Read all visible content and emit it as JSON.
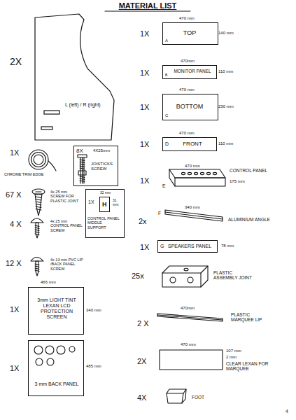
{
  "diagram": {
    "title": "MATERIAL LIST",
    "nodes": [
      {
        "text": [
          "L (left) / R (right)"
        ]
      },
      {
        "text": [
          "8X",
          "4X25mm",
          "JOISTICKS SCREW"
        ]
      },
      {
        "text": [
          "1X",
          "32 mm",
          "31 mm",
          "CONTROL PANEL MIDDLE SUPPORT"
        ]
      },
      {
        "text": [
          "H"
        ],
        "in": 2
      },
      {
        "text": [
          "3mm LIGHT TINT LEXAN LCD PROTECTION SCREEN"
        ]
      },
      {
        "text": [
          "3 mm BACK PANEL"
        ]
      },
      {
        "text": [
          "TOP",
          "A"
        ]
      },
      {
        "text": [
          "MONITOR PANEL",
          "B"
        ]
      },
      {
        "text": [
          "BOTTOM",
          "C"
        ]
      },
      {
        "text": [
          "FRONT",
          "D"
        ]
      },
      {
        "text": [
          "G",
          "SPEAKERS PANEL"
        ]
      }
    ],
    "labels": [
      "2X",
      "1X",
      "CHROME TRIM EDGE",
      "67 X",
      "4x 25 mm SCREW FOR PLASTIC JOINT",
      "4 X",
      "4x 25 mm CONTROL PANEL SCREW",
      "12 X",
      "4x 13 mm PVC LIP /BACK PANEL SCREW",
      "1X",
      "466 mm",
      "340 mm",
      "1X",
      "485 mm",
      "1X",
      "470 mm",
      "140 mm",
      "1X",
      "470mm",
      "110 mm",
      "1X",
      "470 mm",
      "230 mm",
      "1X",
      "470 mm",
      "110 mm",
      "1X",
      "470 mm",
      "E",
      "175 mm",
      "CONTROL PANEL",
      "2x",
      "F",
      "340 mm",
      "ALUMINIUM ANGLE",
      "1X",
      "78 mm",
      "25x",
      "PLASTIC ASSEMBLY JOINT",
      "2 X",
      "470mm",
      "PLASTIC MARQUEE LIP",
      "2X",
      "470 mm",
      "107 mm",
      "2 mm",
      "CLEAR LEXAN FOR MARQUEE",
      "4X",
      "FOOT",
      "4"
    ]
  }
}
